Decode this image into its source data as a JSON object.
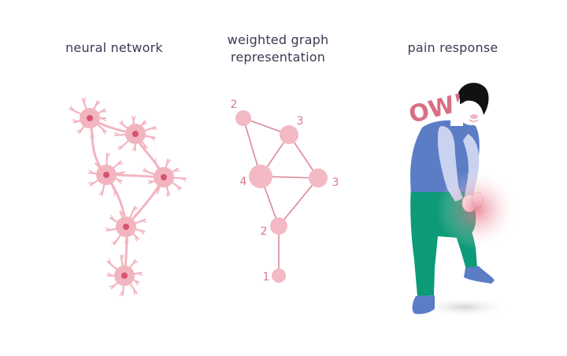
{
  "titles": {
    "neural": "neural network",
    "graph": "weighted graph\nrepresentation",
    "pain": "pain response"
  },
  "graph": {
    "node_weights": [
      "2",
      "3",
      "4",
      "3",
      "2",
      "1"
    ]
  },
  "exclamation": "OW!",
  "colors": {
    "neuron_pink": "#f2b5c0",
    "neuron_nucleus": "#d6546d",
    "edge_pink": "#d98a98",
    "node_pink": "#f3b9c4",
    "label_pink": "#d97a8c",
    "shirt_blue": "#5b7dc6",
    "sleeve_light": "#c9d3ef",
    "pants_green": "#0c9a78",
    "shoe_blue": "#5b7dc6",
    "pain_glow": "#e76a7e",
    "hair_black": "#111111",
    "skin": "#ffffff"
  }
}
